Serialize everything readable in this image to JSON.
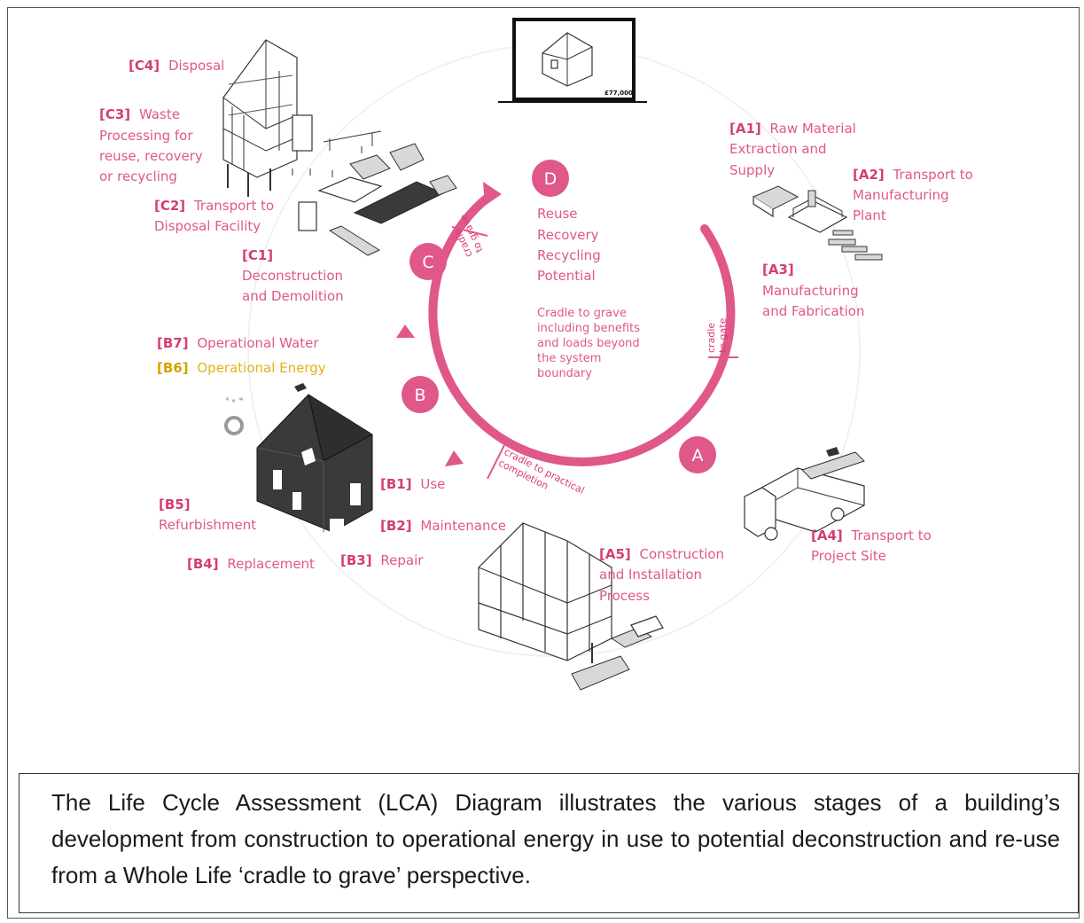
{
  "labels": {
    "c4": {
      "code": "[C4]",
      "text": "Disposal"
    },
    "c3": {
      "code": "[C3]",
      "lines": [
        "Waste",
        "Processing for",
        "reuse, recovery",
        "or recycling"
      ]
    },
    "c2": {
      "code": "[C2]",
      "lines": [
        "Transport to",
        "Disposal Facility"
      ]
    },
    "c1": {
      "code": "[C1]",
      "lines": [
        "Deconstruction",
        "and Demolition"
      ]
    },
    "b7": {
      "code": "[B7]",
      "text": "Operational Water"
    },
    "b6": {
      "code": "[B6]",
      "text": "Operational Energy"
    },
    "b5": {
      "code": "[B5]",
      "text": "Refurbishment"
    },
    "b4": {
      "code": "[B4]",
      "text": "Replacement"
    },
    "b3": {
      "code": "[B3]",
      "text": "Repair"
    },
    "b2": {
      "code": "[B2]",
      "text": "Maintenance"
    },
    "b1": {
      "code": "[B1]",
      "text": "Use"
    },
    "a1": {
      "code": "[A1]",
      "lines": [
        "Raw Material",
        "Extraction and",
        "Supply"
      ]
    },
    "a2": {
      "code": "[A2]",
      "lines": [
        "Transport to",
        "Manufacturing",
        "Plant"
      ]
    },
    "a3": {
      "code": "[A3]",
      "lines": [
        "Manufacturing",
        "and Fabrication"
      ]
    },
    "a4": {
      "code": "[A4]",
      "lines": [
        "Transport to",
        "Project Site"
      ]
    },
    "a5": {
      "code": "[A5]",
      "lines": [
        "Construction",
        "and Installation",
        "Process"
      ]
    }
  },
  "center": {
    "node": "D",
    "d_lines": [
      "Reuse",
      "Recovery",
      "Recycling",
      "Potential"
    ],
    "grave_lines": [
      "Cradle to grave",
      "including benefits",
      "and loads beyond",
      "the system",
      "boundary"
    ]
  },
  "nodes": {
    "a": "A",
    "b": "B",
    "c": "C"
  },
  "arc_labels": {
    "gate": [
      "cradle",
      "to gate"
    ],
    "practical": [
      "cradle to practical",
      "completion"
    ],
    "grave": [
      "cradle",
      "to grave"
    ]
  },
  "monitor_text": "£77,000",
  "caption": "The Life Cycle Assessment (LCA) Diagram illustrates the various stages of a building’s development from construction to operational energy in use to potential deconstruction and re-use from a Whole Life ‘cradle to grave’ perspective.",
  "colors": {
    "accent": "#e0578a",
    "ring": "#e0578a",
    "energy": "#e1b21c"
  }
}
